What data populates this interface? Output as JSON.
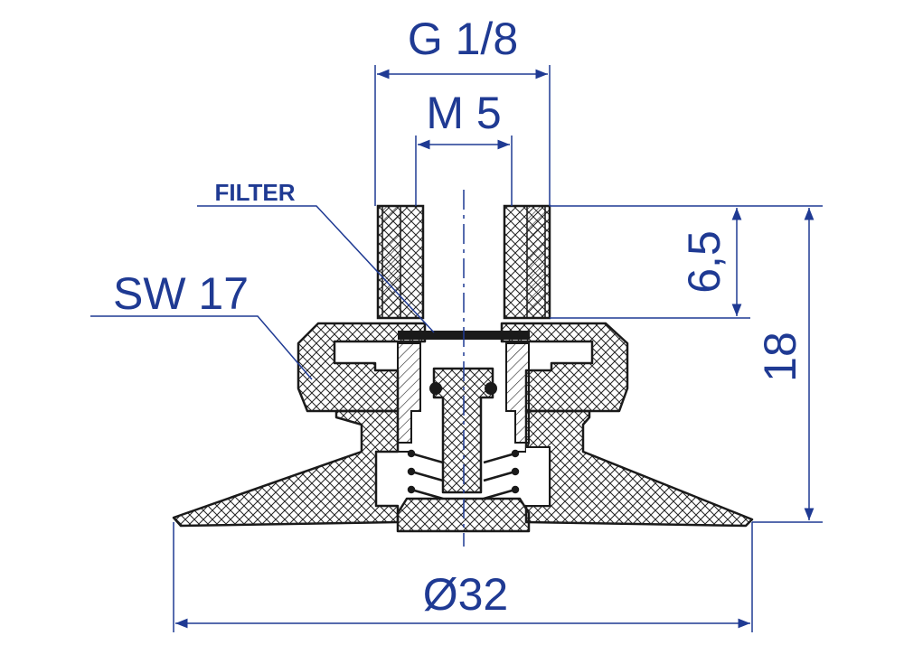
{
  "drawing": {
    "labels": {
      "thread_outer": "G 1/8",
      "thread_inner": "M 5",
      "filter": "FILTER",
      "wrench_size": "SW 17",
      "thread_depth": "6,5",
      "total_height": "18",
      "diameter": "Ø32"
    },
    "colors": {
      "dimension": "#1f3a93",
      "outline": "#1a1a1a",
      "hatch": "#222222"
    }
  }
}
